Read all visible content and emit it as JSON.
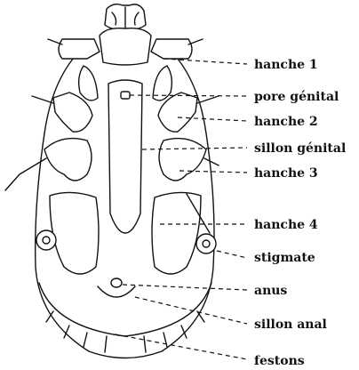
{
  "labels": {
    "hanche1": "hanche 1",
    "pore_genital": "pore génital",
    "hanche2": "hanche 2",
    "sillon_genital": "sillon génital",
    "hanche3": "hanche 3",
    "hanche4": "hanche 4",
    "stigmate": "stigmate",
    "anus": "anus",
    "sillon_anal": "sillon anal",
    "festons": "festons"
  }
}
